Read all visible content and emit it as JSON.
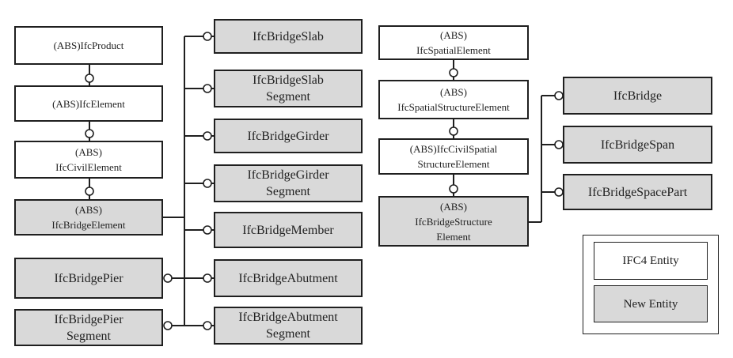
{
  "entities": {
    "ifc_product": [
      "(ABS)IfcProduct"
    ],
    "ifc_element": [
      "(ABS)IfcElement"
    ],
    "ifc_civil_element": [
      "(ABS)",
      "IfcCivilElement"
    ],
    "ifc_bridge_element": [
      "(ABS)",
      "IfcBridgeElement"
    ],
    "ifc_bridge_pier": [
      "IfcBridgePier"
    ],
    "ifc_bridge_pier_segment": [
      "IfcBridgePier",
      "Segment"
    ],
    "ifc_bridge_slab": [
      "IfcBridgeSlab"
    ],
    "ifc_bridge_slab_segment": [
      "IfcBridgeSlab",
      "Segment"
    ],
    "ifc_bridge_girder": [
      "IfcBridgeGirder"
    ],
    "ifc_bridge_girder_segment": [
      "IfcBridgeGirder",
      "Segment"
    ],
    "ifc_bridge_member": [
      "IfcBridgeMember"
    ],
    "ifc_bridge_abutment": [
      "IfcBridgeAbutment"
    ],
    "ifc_bridge_abutment_segment": [
      "IfcBridgeAbutment",
      "Segment"
    ],
    "ifc_spatial_element": [
      "(ABS)",
      "IfcSpatialElement"
    ],
    "ifc_spatial_structure_element": [
      "(ABS)",
      "IfcSpatialStructureElement"
    ],
    "ifc_civil_spatial_structure_element": [
      "(ABS)IfcCivilSpatial",
      "StructureElement"
    ],
    "ifc_bridge_structure_element": [
      "(ABS)",
      "IfcBridgeStructure",
      "Element"
    ],
    "ifc_bridge": [
      "IfcBridge"
    ],
    "ifc_bridge_span": [
      "IfcBridgeSpan"
    ],
    "ifc_bridge_space_part": [
      "IfcBridgeSpacePart"
    ]
  },
  "legend": {
    "ifc4_entity": "IFC4 Entity",
    "new_entity": "New Entity"
  },
  "colors": {
    "ifc4_entity_fill": "#ffffff",
    "new_entity_fill": "#d9d9d9",
    "line": "#1f1f1f"
  }
}
